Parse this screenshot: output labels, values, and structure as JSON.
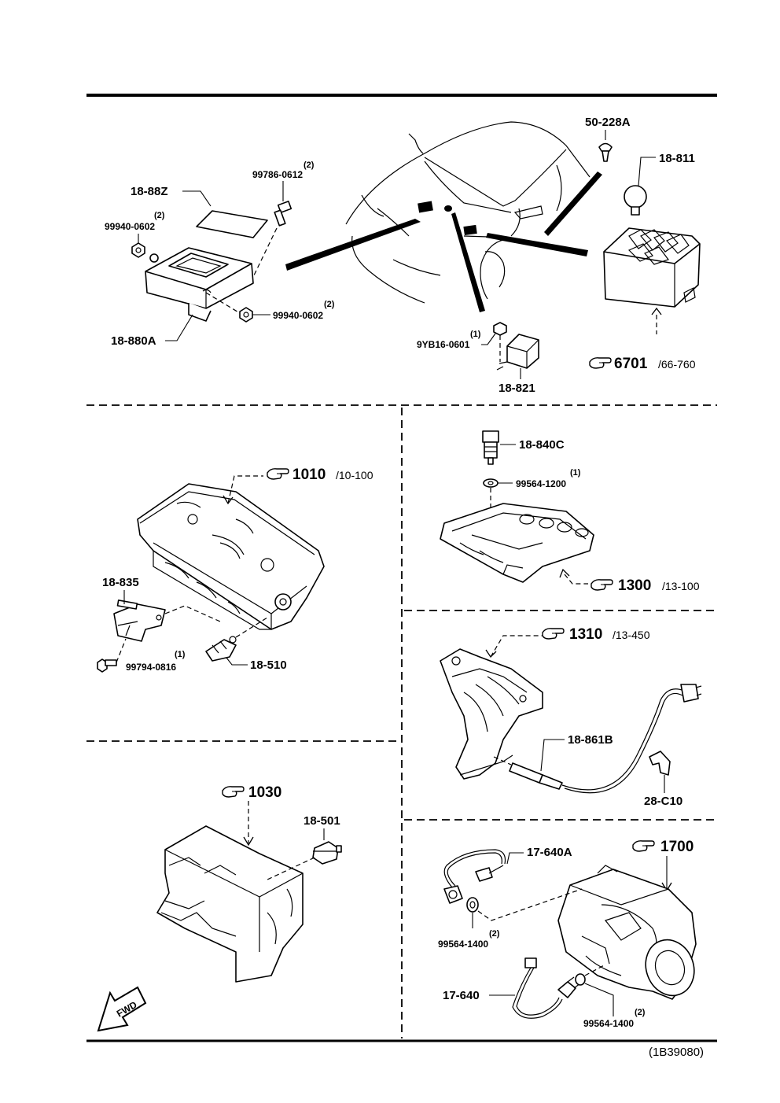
{
  "diagram_code": "(1B39080)",
  "direction_label": "FWD",
  "sections": {
    "top": {
      "refs": [
        {
          "num": "6701",
          "sub": "/66-760"
        }
      ],
      "parts": [
        {
          "id": "18-88Z"
        },
        {
          "id": "99786-0612",
          "qty": "(2)"
        },
        {
          "id": "99940-0602",
          "qty": "(2)"
        },
        {
          "id": "99940-0602",
          "qty": "(2)"
        },
        {
          "id": "18-880A"
        },
        {
          "id": "50-228A"
        },
        {
          "id": "18-811"
        },
        {
          "id": "9YB16-0601",
          "qty": "(1)"
        },
        {
          "id": "18-821"
        }
      ]
    },
    "cylinder_head": {
      "refs": [
        {
          "num": "1010",
          "sub": "/10-100"
        }
      ],
      "parts": [
        {
          "id": "18-835"
        },
        {
          "id": "99794-0816",
          "qty": "(1)"
        },
        {
          "id": "18-510"
        }
      ]
    },
    "intake_manifold": {
      "refs": [
        {
          "num": "1300",
          "sub": "/13-100"
        }
      ],
      "parts": [
        {
          "id": "18-840C"
        },
        {
          "id": "99564-1200",
          "qty": "(1)"
        }
      ]
    },
    "exhaust_manifold": {
      "refs": [
        {
          "num": "1310",
          "sub": "/13-450"
        }
      ],
      "parts": [
        {
          "id": "18-861B"
        },
        {
          "id": "28-C10"
        }
      ]
    },
    "cylinder_block": {
      "refs": [
        {
          "num": "1030",
          "sub": ""
        }
      ],
      "parts": [
        {
          "id": "18-501"
        }
      ]
    },
    "transmission": {
      "refs": [
        {
          "num": "1700",
          "sub": ""
        }
      ],
      "parts": [
        {
          "id": "17-640A"
        },
        {
          "id": "99564-1400",
          "qty": "(2)"
        },
        {
          "id": "17-640"
        },
        {
          "id": "99564-1400",
          "qty": "(2)"
        }
      ]
    }
  }
}
